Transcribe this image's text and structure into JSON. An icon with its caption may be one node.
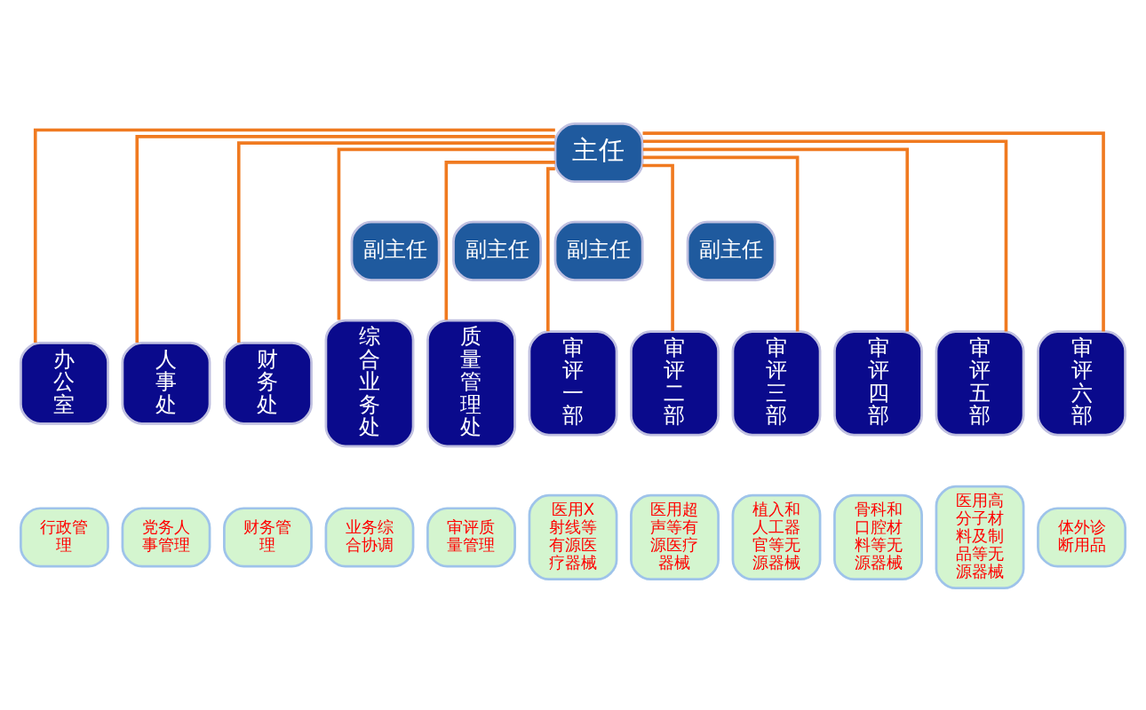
{
  "diagram": {
    "nodes": [
      {
        "text": [
          "主任"
        ]
      },
      {
        "text": [
          "副主任"
        ]
      },
      {
        "text": [
          "副主任"
        ]
      },
      {
        "text": [
          "副主任"
        ]
      },
      {
        "text": [
          "副主任"
        ]
      },
      {
        "text": [
          "办公室"
        ]
      },
      {
        "text": [
          "人事处"
        ]
      },
      {
        "text": [
          "财务处"
        ]
      },
      {
        "text": [
          "综合业务处"
        ]
      },
      {
        "text": [
          "质量管理处"
        ]
      },
      {
        "text": [
          "审评一部"
        ]
      },
      {
        "text": [
          "审评二部"
        ]
      },
      {
        "text": [
          "审评三部"
        ]
      },
      {
        "text": [
          "审评四部"
        ]
      },
      {
        "text": [
          "审评五部"
        ]
      },
      {
        "text": [
          "审评六部"
        ]
      },
      {
        "text": [
          "行政管理"
        ]
      },
      {
        "text": [
          "党务人事管理"
        ]
      },
      {
        "text": [
          "财务管理"
        ]
      },
      {
        "text": [
          "业务综合协调"
        ]
      },
      {
        "text": [
          "审评质量管理"
        ]
      },
      {
        "text": [
          "医用X射线等有源医疗器械"
        ]
      },
      {
        "text": [
          "医用超声等有源医疗器械"
        ]
      },
      {
        "text": [
          "植入和人工器官等无源器械"
        ]
      },
      {
        "text": [
          "骨科和口腔材料等无源器械"
        ]
      },
      {
        "text": [
          "医用高分子材料及制品等无源器械"
        ]
      },
      {
        "text": [
          "体外诊断用品"
        ]
      }
    ],
    "edges": [
      {
        "from": 0,
        "to": 5,
        "arrow": "none"
      },
      {
        "from": 0,
        "to": 6,
        "arrow": "none"
      },
      {
        "from": 0,
        "to": 7,
        "arrow": "none"
      },
      {
        "from": 0,
        "to": 8,
        "arrow": "none"
      },
      {
        "from": 0,
        "to": 9,
        "arrow": "none"
      },
      {
        "from": 0,
        "to": 10,
        "arrow": "none"
      },
      {
        "from": 0,
        "to": 11,
        "arrow": "none"
      },
      {
        "from": 0,
        "to": 12,
        "arrow": "none"
      },
      {
        "from": 0,
        "to": 13,
        "arrow": "none"
      },
      {
        "from": 0,
        "to": 14,
        "arrow": "none"
      },
      {
        "from": 0,
        "to": 15,
        "arrow": "none"
      }
    ]
  }
}
